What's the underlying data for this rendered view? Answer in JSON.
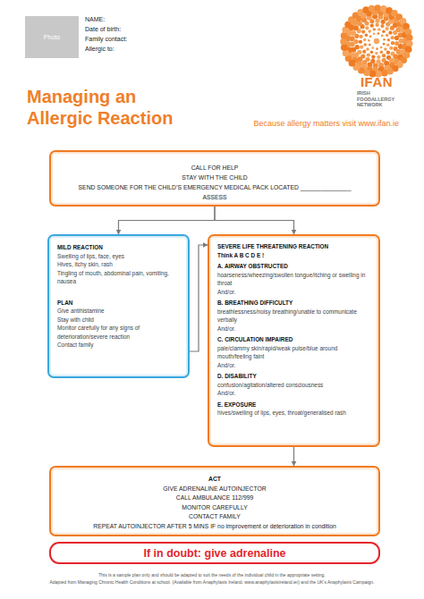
{
  "diagram": {
    "title": "Managing an Allergic Reaction",
    "nodes": [
      {
        "text": [
          "Photo"
        ]
      },
      {
        "text": [
          "CALL FOR HELP",
          "STAY WITH THE CHILD",
          "SEND SOMEONE FOR THE CHILD’S EMERGENCY MEDICAL PACK LOCATED _______________",
          "ASSESS"
        ]
      },
      {
        "text": [
          "MILD REACTION",
          "Swelling of lips, face, eyes",
          "Hives, itchy skin, rash",
          "Tingling of mouth, abdominal pain, vomiting, nausea",
          "PLAN",
          "Give antihistamine",
          "Stay with child",
          "Monitor carefully for any signs of deterioration/severe reaction",
          "Contact family"
        ]
      },
      {
        "text": [
          "SEVERE LIFE THREATENING REACTION",
          "Think A B C D E !",
          "A. AIRWAY OBSTRUCTED",
          "hoarseness/wheezing/swollen tongue/itching or swelling in throat",
          "And/or.",
          "B. BREATHING DIFFICULTY",
          "breathlessness/noisy breathing/unable to communicate verbally",
          "And/or.",
          "C. CIRCULATION IMPAIRED",
          "pale/clammy skin/rapid/weak pulse/blue around mouth/feeling faint",
          "And/or.",
          "D. DISABILITY",
          "confusion/agitation/altered consciousness",
          "And/or.",
          "E. EXPOSURE",
          "hives/swelling of lips, eyes, throat/generalised rash"
        ]
      },
      {
        "text": [
          "ACT",
          "GIVE ADRENALINE AUTOINJECTOR",
          "CALL AMBULANCE 112/999",
          "MONITOR CAREFULLY",
          "CONTACT FAMILY",
          "REPEAT AUTOINJECTOR AFTER 5 MINS IF no improvement or deterioration in condition"
        ]
      },
      {
        "text": [
          "If in doubt: give adrenaline"
        ]
      }
    ],
    "edges": [
      {
        "from": 1,
        "to": 2,
        "arrow": "to"
      },
      {
        "from": 1,
        "to": 3,
        "arrow": "to"
      },
      {
        "from": 2,
        "to": 3,
        "arrow": "to"
      },
      {
        "from": 3,
        "to": 4,
        "arrow": "to"
      }
    ],
    "labels": [
      "NAME:",
      "Date of birth:",
      "Family contact:",
      "Allergic to:",
      "IFAN",
      "IRISH FOODALLERGY NETWORK",
      "Because allergy matters visit www.ifan.ie",
      "This is a sample plan only and should be adapted to suit the needs of the individual child in the appropriate setting.",
      "Adapted from Managing Chronic Health Conditions at school. (Available from Anaphylaxis Ireland. www.anaphylaxisireland.ie/) and the UK’s Anaphylaxis Campaign."
    ]
  }
}
